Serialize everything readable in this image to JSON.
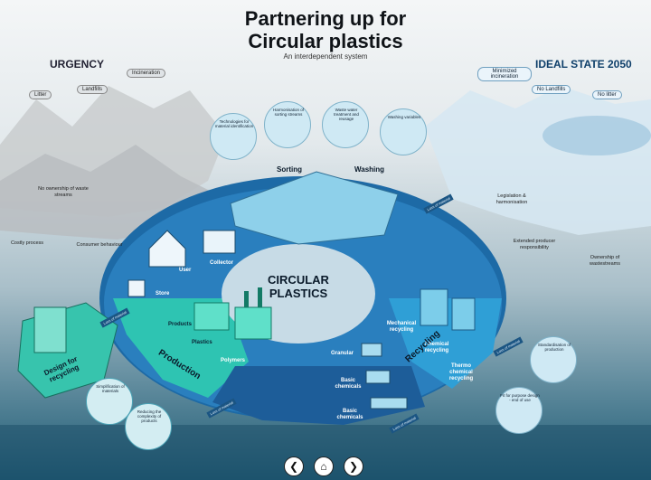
{
  "header": {
    "title_line1": "Partnering up for",
    "title_line2": "Circular plastics",
    "subtitle": "An interdependent system"
  },
  "urgency": {
    "heading": "URGENCY",
    "pills": [
      "Incineration",
      "Litter",
      "Landfills"
    ],
    "labels": {
      "no_ownership": "No ownership of waste streams",
      "costly": "Costly process",
      "consumer": "Consumer behaviour"
    }
  },
  "ideal": {
    "heading": "IDEAL STATE 2050",
    "pills": [
      "Minimized incineration",
      "No Landfills",
      "No litter"
    ],
    "labels": {
      "legislation": "Legislation & harmonisation",
      "extended": "Extended producer responsibility",
      "ownership": "Ownership of wastestreams"
    }
  },
  "bubbles": {
    "tech": "Technologies for material identification",
    "harmonisation": "Harmonisation of sorting streams",
    "waste_water": "Waste water treatment and reusage",
    "washing_variables": "Washing variables",
    "simplification": "Simplification of materials",
    "reducing": "Reducing the complexity of products",
    "standardisation": "Standardisation of production",
    "fit_for_purpose": "Fit for purpose design - end of use"
  },
  "ring": {
    "center_line1": "CIRCULAR",
    "center_line2": "PLASTICS",
    "stages": {
      "sorting": "Sorting",
      "washing": "Washing",
      "production": "Production",
      "recycling": "Recycling",
      "design": "Design for recycling"
    },
    "items": {
      "user": "User",
      "collector": "Collector",
      "store": "Store",
      "products": "Products",
      "plastics": "Plastics",
      "polymers": "Polymers",
      "granular": "Granular",
      "basic_chemicals_1": "Basic chemicals",
      "basic_chemicals_2": "Basic chemicals",
      "mechanical": "Mechanical recycling",
      "chemical": "Chemical recycling",
      "thermo": "Thermo chemical recycling"
    },
    "arrow_tags": [
      "Loss of material",
      "Loss of material",
      "Loss of material",
      "Loss of material",
      "Loss of material"
    ]
  },
  "nav": {
    "prev": "❮",
    "home": "⌂",
    "next": "❯"
  }
}
